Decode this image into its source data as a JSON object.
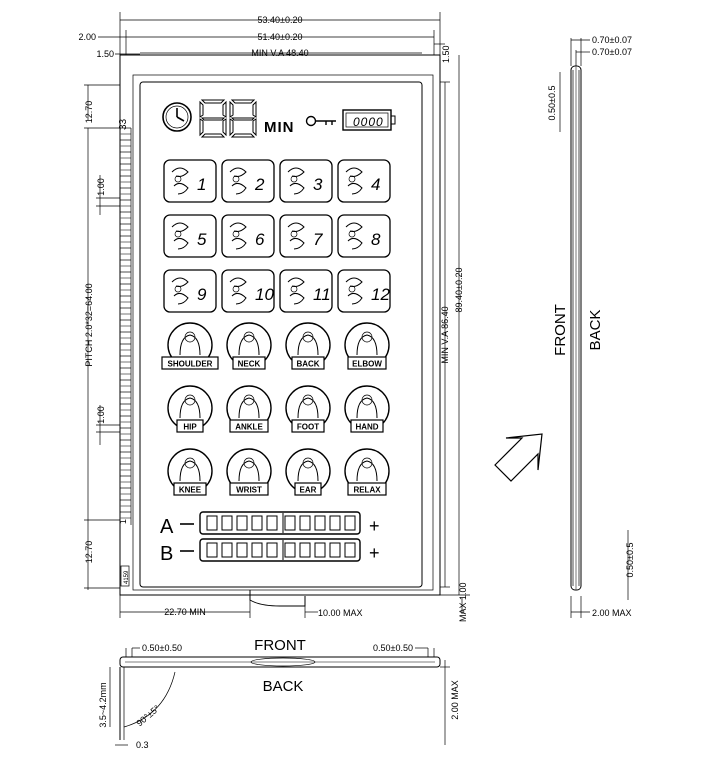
{
  "dimensions": {
    "overall_width": "53.40±0.20",
    "glass_width": "51.40±0.20",
    "va_width": "MIN V.A 48.40",
    "left_offset_outer": "2.00",
    "left_offset_inner": "1.50",
    "right_offset": "1.50",
    "top_margin": "12.70",
    "bottom_margin": "12.70",
    "pin_pitch_top": "1.00",
    "pin_pitch_bottom": "1.00",
    "pitch_total": "PITCH 2.0*32=64.00",
    "pin_count": "33",
    "pin_one": "1",
    "va_height": "MIN V.A 86.40",
    "overall_height": "89.40±0.20",
    "bottom_left_min": "22.70 MIN",
    "tail_max": "10.00 MAX",
    "max_height_right": "MAX 1.00",
    "side_top_outer": "0.70±0.07",
    "side_top_inner": "0.70±0.07",
    "side_top_vert": "0.50±0.5",
    "side_bottom_vert": "0.50±0.5",
    "side_thickness": "2.00 MAX",
    "bottom_left_offset": "0.50±0.50",
    "bottom_right_offset": "0.50±0.50",
    "bottom_height": "2.00 MAX",
    "bottom_pin_length": "3.5~4.2mm",
    "bottom_angle": "90°±5°",
    "bottom_pin_width": "0.3",
    "part_code": "4159"
  },
  "labels": {
    "front": "FRONT",
    "back": "BACK",
    "side_front": "FRONT",
    "side_back": "BACK"
  },
  "lcd": {
    "min_label": "MIN",
    "battery_digits": "0000",
    "mode_numbers": [
      "1",
      "2",
      "3",
      "4",
      "5",
      "6",
      "7",
      "8",
      "9",
      "10",
      "11",
      "12"
    ],
    "body_parts": [
      "SHOULDER",
      "NECK",
      "BACK",
      "ELBOW",
      "HIP",
      "ANKLE",
      "FOOT",
      "HAND",
      "KNEE",
      "WRIST",
      "EAR",
      "RELAX"
    ],
    "channel_a": "A",
    "channel_b": "B",
    "channel_plus": "+",
    "channel_segments": 10
  },
  "icons": {
    "clock": "clock-icon",
    "key": "key-icon",
    "battery": "battery-icon",
    "arrow": "direction-arrow-icon"
  }
}
